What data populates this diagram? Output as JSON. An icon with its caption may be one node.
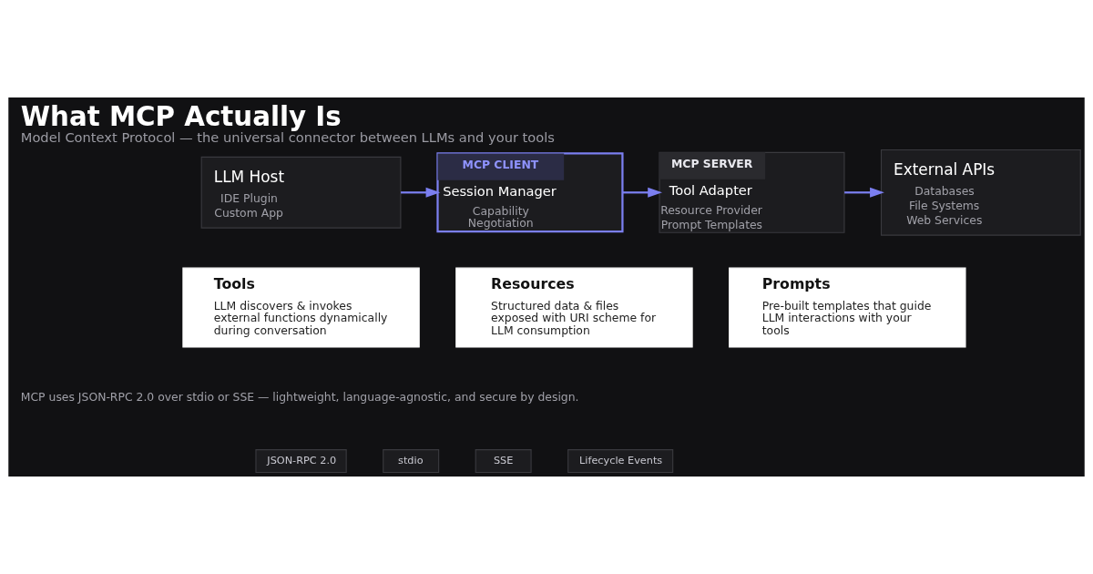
{
  "diagram": {
    "title": "What MCP Actually Is",
    "caption": "Model Context Protocol — the universal connector between LLMs and your tools",
    "nodes": [
      {
        "text": [
          "LLM Host",
          "IDE Plugin",
          "Custom App"
        ]
      },
      {
        "text": [
          "MCP CLIENT",
          "Session Manager",
          "Capability Negotiation"
        ]
      },
      {
        "text": [
          "MCP SERVER",
          "Tool Adapter",
          "Resource Provider",
          "Prompt Templates"
        ]
      },
      {
        "text": [
          "External APIs",
          "Databases",
          "File Systems",
          "Web Services"
        ]
      },
      {
        "text": [
          "Tools",
          "LLM discovers & invokes external functions dynamically during conversation"
        ]
      },
      {
        "text": [
          "Resources",
          "Structured data & files exposed with URI scheme for LLM consumption"
        ]
      },
      {
        "text": [
          "Prompts",
          "Pre-built templates that guide LLM interactions with your tools"
        ]
      },
      {
        "text": [
          "JSON-RPC 2.0"
        ]
      },
      {
        "text": [
          "stdio"
        ]
      },
      {
        "text": [
          "SSE"
        ]
      },
      {
        "text": [
          "Lifecycle Events"
        ]
      }
    ],
    "edges": [
      {
        "from": 0,
        "to": 1,
        "arrow": "to"
      },
      {
        "from": 1,
        "to": 2,
        "arrow": "to"
      },
      {
        "from": 2,
        "to": 3,
        "arrow": "to"
      }
    ],
    "labels": [
      "MCP uses JSON-RPC 2.0 over stdio or SSE — lightweight, language-agnostic, and secure by design."
    ]
  }
}
